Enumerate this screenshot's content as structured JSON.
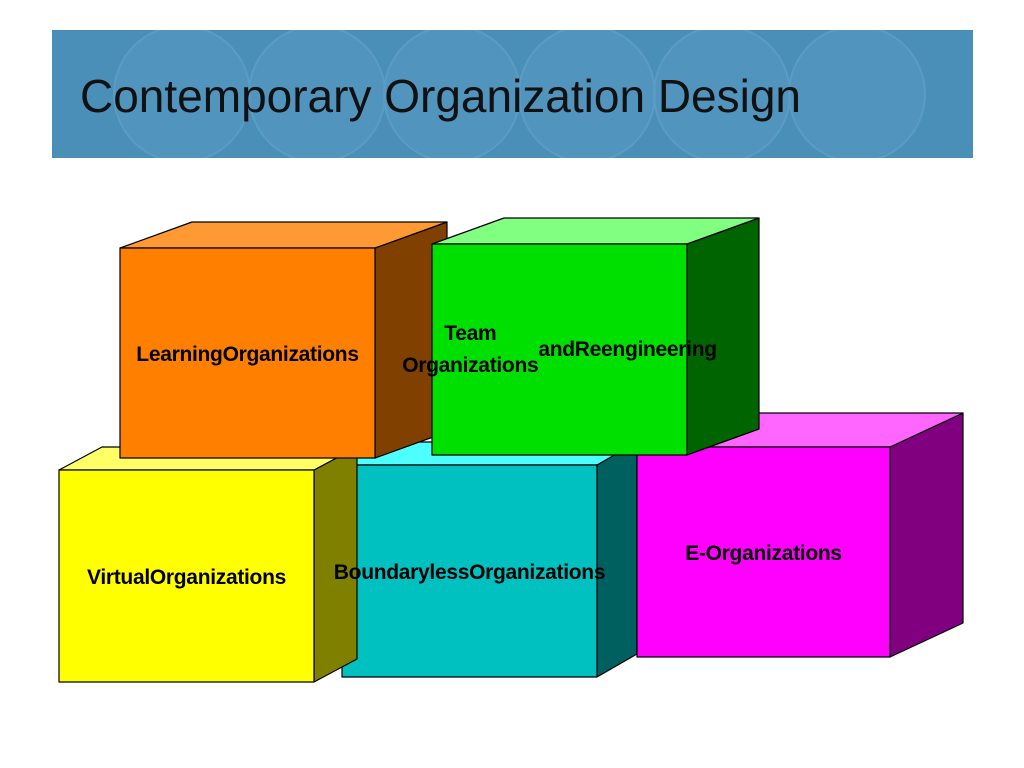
{
  "slide": {
    "title": "Contemporary Organization Design",
    "header_color": "#4a8fb8",
    "header_circle_color": "#5a9cc4"
  },
  "blocks": [
    {
      "id": "learning",
      "lines": [
        "Learning",
        "Organizations"
      ],
      "front": "#ff8000",
      "top": "#ff9933",
      "side": "#804000"
    },
    {
      "id": "team",
      "lines": [
        "Team Organizations",
        "and",
        "Reengineering"
      ],
      "front": "#00e000",
      "top": "#80ff80",
      "side": "#006400"
    },
    {
      "id": "virtual",
      "lines": [
        "Virtual",
        "Organizations"
      ],
      "front": "#ffff00",
      "top": "#ffff66",
      "side": "#808000"
    },
    {
      "id": "boundaryless",
      "lines": [
        "Boundaryless",
        "Organizations"
      ],
      "front": "#00c0c0",
      "top": "#4dffff",
      "side": "#006060"
    },
    {
      "id": "e-org",
      "lines": [
        "E-Organizations"
      ],
      "front": "#ff00ff",
      "top": "#ff66ff",
      "side": "#800080"
    }
  ]
}
